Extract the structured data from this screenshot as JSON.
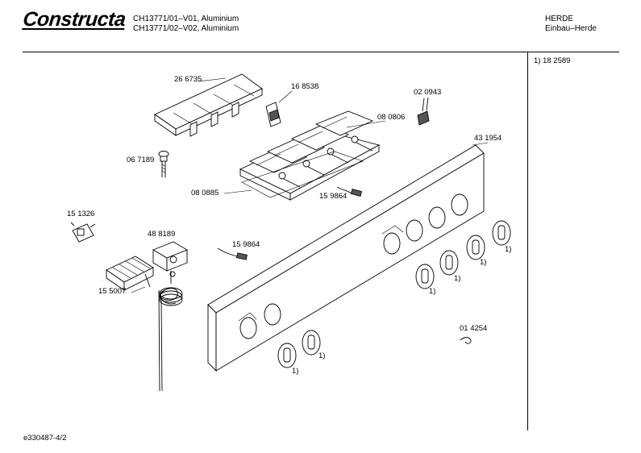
{
  "header": {
    "brand": "Constructa",
    "models": [
      "CH13771/01–V01, Aluminium",
      "CH13771/02–V02, Aluminium"
    ],
    "category": "HERDE",
    "subcategory": "Einbau–Herde"
  },
  "legend": {
    "footnote": "1)  18 2589"
  },
  "parts": {
    "p266735": "26 6735",
    "p168538": "16 8538",
    "p020943": "02 0943",
    "p080806": "08 0806",
    "p067189": "06 7189",
    "p080885": "08 0885",
    "p159864a": "15 9864",
    "p431954": "43 1954",
    "p151326": "15 1326",
    "p488189": "48 8189",
    "p159864b": "15 9864",
    "p155007": "15 5007",
    "p014254": "01 4254"
  },
  "notes": {
    "n1": "1)",
    "n2": "1)",
    "n3": "1)",
    "n4": "1)",
    "n5": "1)",
    "n6": "1)"
  },
  "footer": {
    "doc_id": "e330487-4/2"
  }
}
